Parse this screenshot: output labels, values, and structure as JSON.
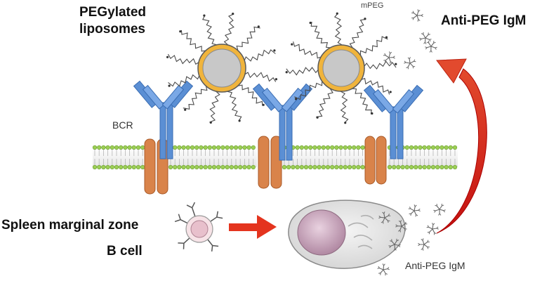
{
  "labels": {
    "liposome_line1": "PEGylated",
    "liposome_line2": "liposomes",
    "mpeg": "mPEG",
    "igm_top": "Anti-PEG IgM",
    "bcr": "BCR",
    "spleen_line1": "Spleen marginal zone",
    "spleen_line2": "B cell",
    "igm_bottom": "Anti-PEG IgM"
  },
  "colors": {
    "liposome_core": "#c8c8c8",
    "liposome_shell": "#f0b43c",
    "receptor_blue": "#5b8fd4",
    "membrane_head": "#9ccf55",
    "channel_orange": "#d9834a",
    "arrow_red": "#e4341e",
    "cell_pink": "#f4d6dc",
    "nucleus": "#b98ea6"
  }
}
